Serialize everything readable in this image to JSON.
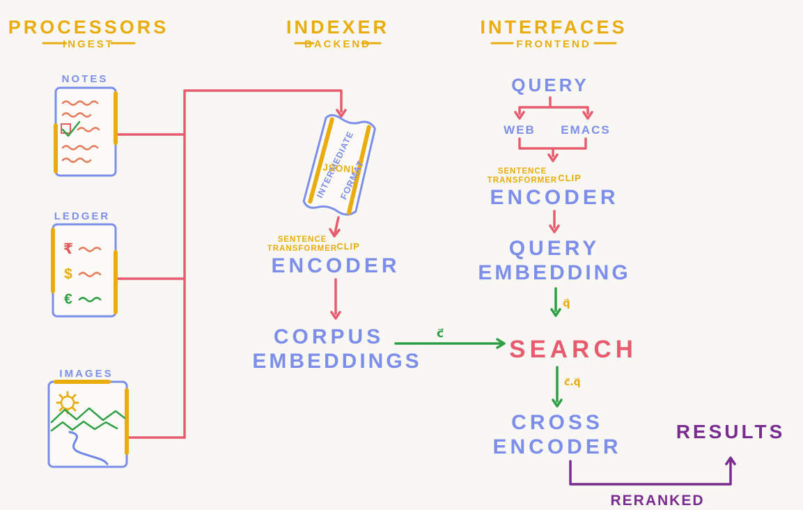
{
  "palette": {
    "gold": "#e9ac0c",
    "blue": "#7d8eea",
    "red": "#e85a6e",
    "green": "#2f9e44",
    "purple": "#7a2b8f",
    "orange": "#e57d5e",
    "background": "#f8f7f4"
  },
  "columns": {
    "processors": {
      "title": "PROCESSORS",
      "subtitle": "INGEST"
    },
    "indexer": {
      "title": "INDEXER",
      "subtitle": "BACKEND"
    },
    "interfaces": {
      "title": "INTERFACES",
      "subtitle": "FRONTEND"
    }
  },
  "processors": {
    "notes_label": "NOTES",
    "ledger_label": "LEDGER",
    "images_label": "IMAGES",
    "ledger_symbols": [
      "₹",
      "$",
      "€"
    ]
  },
  "indexer": {
    "scroll": {
      "left": "INTERMEDIATE",
      "center": "JSONL",
      "right": "FORMAT"
    },
    "encoder_pre_line1": "SENTENCE",
    "encoder_pre_line2": "TRANSFORMER",
    "encoder_pre_tag": "CLIP",
    "encoder": "ENCODER",
    "corpus_line1": "CORPUS",
    "corpus_line2": "EMBEDDINGS",
    "corpus_vector_label": "c⃗"
  },
  "interfaces": {
    "query": "QUERY",
    "web": "WEB",
    "emacs": "EMACS",
    "encoder_pre_line1": "SENTENCE",
    "encoder_pre_line2": "TRANSFORMER",
    "encoder_pre_tag": "CLIP",
    "encoder": "ENCODER",
    "query_embedding_line1": "QUERY",
    "query_embedding_line2": "EMBEDDING",
    "query_vector_label": "q⃗",
    "search": "SEARCH",
    "similarity_label": "c⃗.q⃗",
    "cross_encoder_line1": "CROSS",
    "cross_encoder_line2": "ENCODER",
    "results": "RESULTS",
    "reranked": "RERANKED"
  },
  "icons": {
    "notes": "notes-card-icon",
    "ledger": "ledger-card-icon",
    "images": "image-card-icon",
    "intermediate": "jsonl-scroll-icon",
    "sun": "sun-icon",
    "mountains": "mountains-icon",
    "river": "river-icon"
  }
}
